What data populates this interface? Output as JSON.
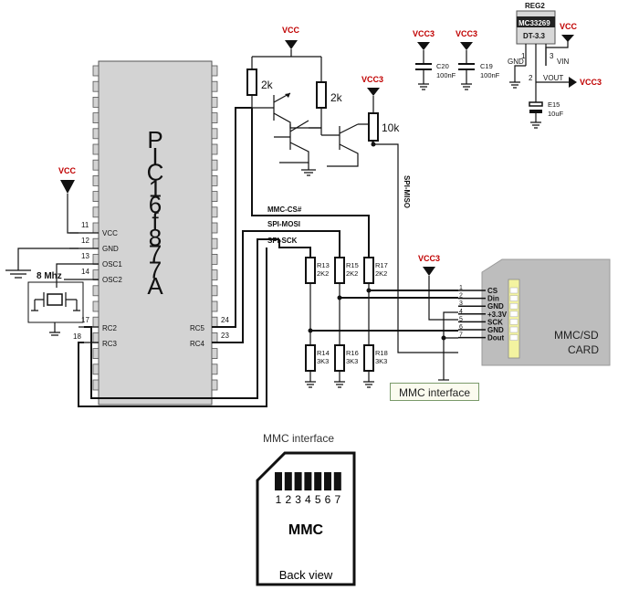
{
  "mcu": {
    "name_chars": [
      "P",
      "I",
      "C",
      "1",
      "6",
      "f",
      "8",
      "7",
      "7",
      "A"
    ],
    "left_pins": [
      {
        "num": "11",
        "label": "VCC"
      },
      {
        "num": "12",
        "label": "GND"
      },
      {
        "num": "13",
        "label": "OSC1"
      },
      {
        "num": "14",
        "label": "OSC2"
      },
      {
        "num": "17",
        "label": "RC2"
      },
      {
        "num": "18",
        "label": "RC3"
      }
    ],
    "right_pins": [
      {
        "num": "24",
        "label": "RC5"
      },
      {
        "num": "23",
        "label": "RC4"
      }
    ]
  },
  "power_labels": {
    "vcc": "VCC",
    "vcc3": "VCC3"
  },
  "crystal": "8 Mhz",
  "pullups": {
    "r1": "2k",
    "r2": "2k",
    "r3": "10k"
  },
  "signals": {
    "cs": "MMC-CS#",
    "mosi": "SPI-MOSI",
    "sck": "SPI-SCK",
    "miso": "SPI-MISO"
  },
  "divider_top": [
    {
      "name": "R13",
      "value": "2K2"
    },
    {
      "name": "R15",
      "value": "2K2"
    },
    {
      "name": "R17",
      "value": "2K2"
    }
  ],
  "divider_bottom": [
    {
      "name": "R14",
      "value": "3K3"
    },
    {
      "name": "R16",
      "value": "3K3"
    },
    {
      "name": "R18",
      "value": "3K3"
    }
  ],
  "capacitors": [
    {
      "name": "C20",
      "value": "100nF"
    },
    {
      "name": "C19",
      "value": "100nF"
    }
  ],
  "regulator": {
    "ref": "REG2",
    "part": "MC33269",
    "variant": "DT-3.3",
    "gnd": "GND",
    "vin": "VIN",
    "vout": "VOUT",
    "pin1": "1",
    "pin2": "2",
    "pin3": "3",
    "ecap": "E15",
    "ecap_value": "10uF"
  },
  "card": {
    "title_line1": "MMC/SD",
    "title_line2": "CARD",
    "pins": [
      {
        "num": "1",
        "label": "CS"
      },
      {
        "num": "2",
        "label": "Din"
      },
      {
        "num": "3",
        "label": "GND"
      },
      {
        "num": "4",
        "label": "+3.3V"
      },
      {
        "num": "5",
        "label": "SCK"
      },
      {
        "num": "6",
        "label": "GND"
      },
      {
        "num": "7",
        "label": "Dout"
      }
    ]
  },
  "tag": "MMC interface",
  "caption": "MMC interface",
  "back_view": {
    "pin_numbers": [
      "1",
      "2",
      "3",
      "4",
      "5",
      "6",
      "7"
    ],
    "title": "MMC",
    "subtitle": "Back view"
  }
}
